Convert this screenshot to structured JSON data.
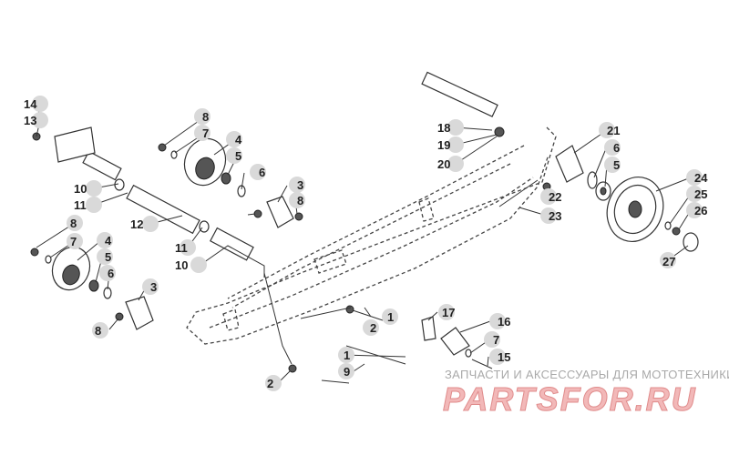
{
  "diagram": {
    "labels": [
      "14",
      "13",
      "8",
      "7",
      "4",
      "5",
      "6",
      "10",
      "11",
      "12",
      "3",
      "8",
      "11",
      "10",
      "8",
      "7",
      "4",
      "5",
      "6",
      "3",
      "8",
      "18",
      "19",
      "20",
      "21",
      "6",
      "5",
      "22",
      "23",
      "24",
      "25",
      "26",
      "27",
      "17",
      "16",
      "7",
      "15",
      "2",
      "1",
      "1",
      "9",
      "2"
    ]
  },
  "watermark": {
    "caption": "ЗАПЧАСТИ И АКСЕССУАРЫ ДЛЯ МОТОТЕХНИКИ",
    "brand": "PARTSFOR.RU"
  }
}
